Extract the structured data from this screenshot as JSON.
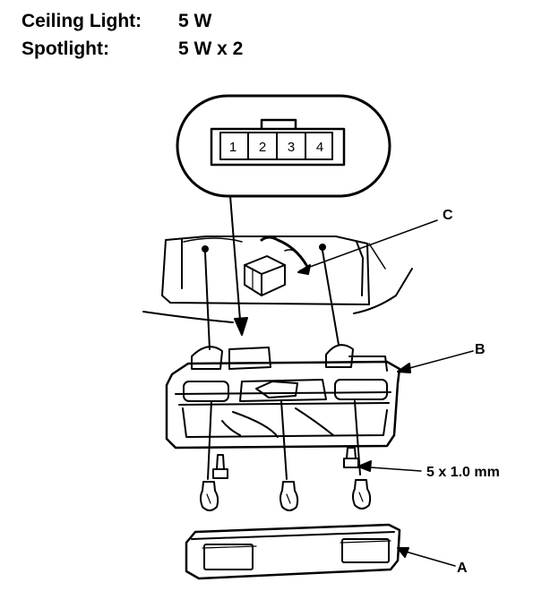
{
  "specs": {
    "ceiling_label": "Ceiling Light:",
    "ceiling_value": "5 W",
    "spot_label": "Spotlight:",
    "spot_value": "5 W x 2"
  },
  "connector": {
    "pins": [
      "1",
      "2",
      "3",
      "4"
    ]
  },
  "callouts": {
    "a": "A",
    "b": "B",
    "c": "C",
    "screw_size": "5 x 1.0 mm"
  }
}
